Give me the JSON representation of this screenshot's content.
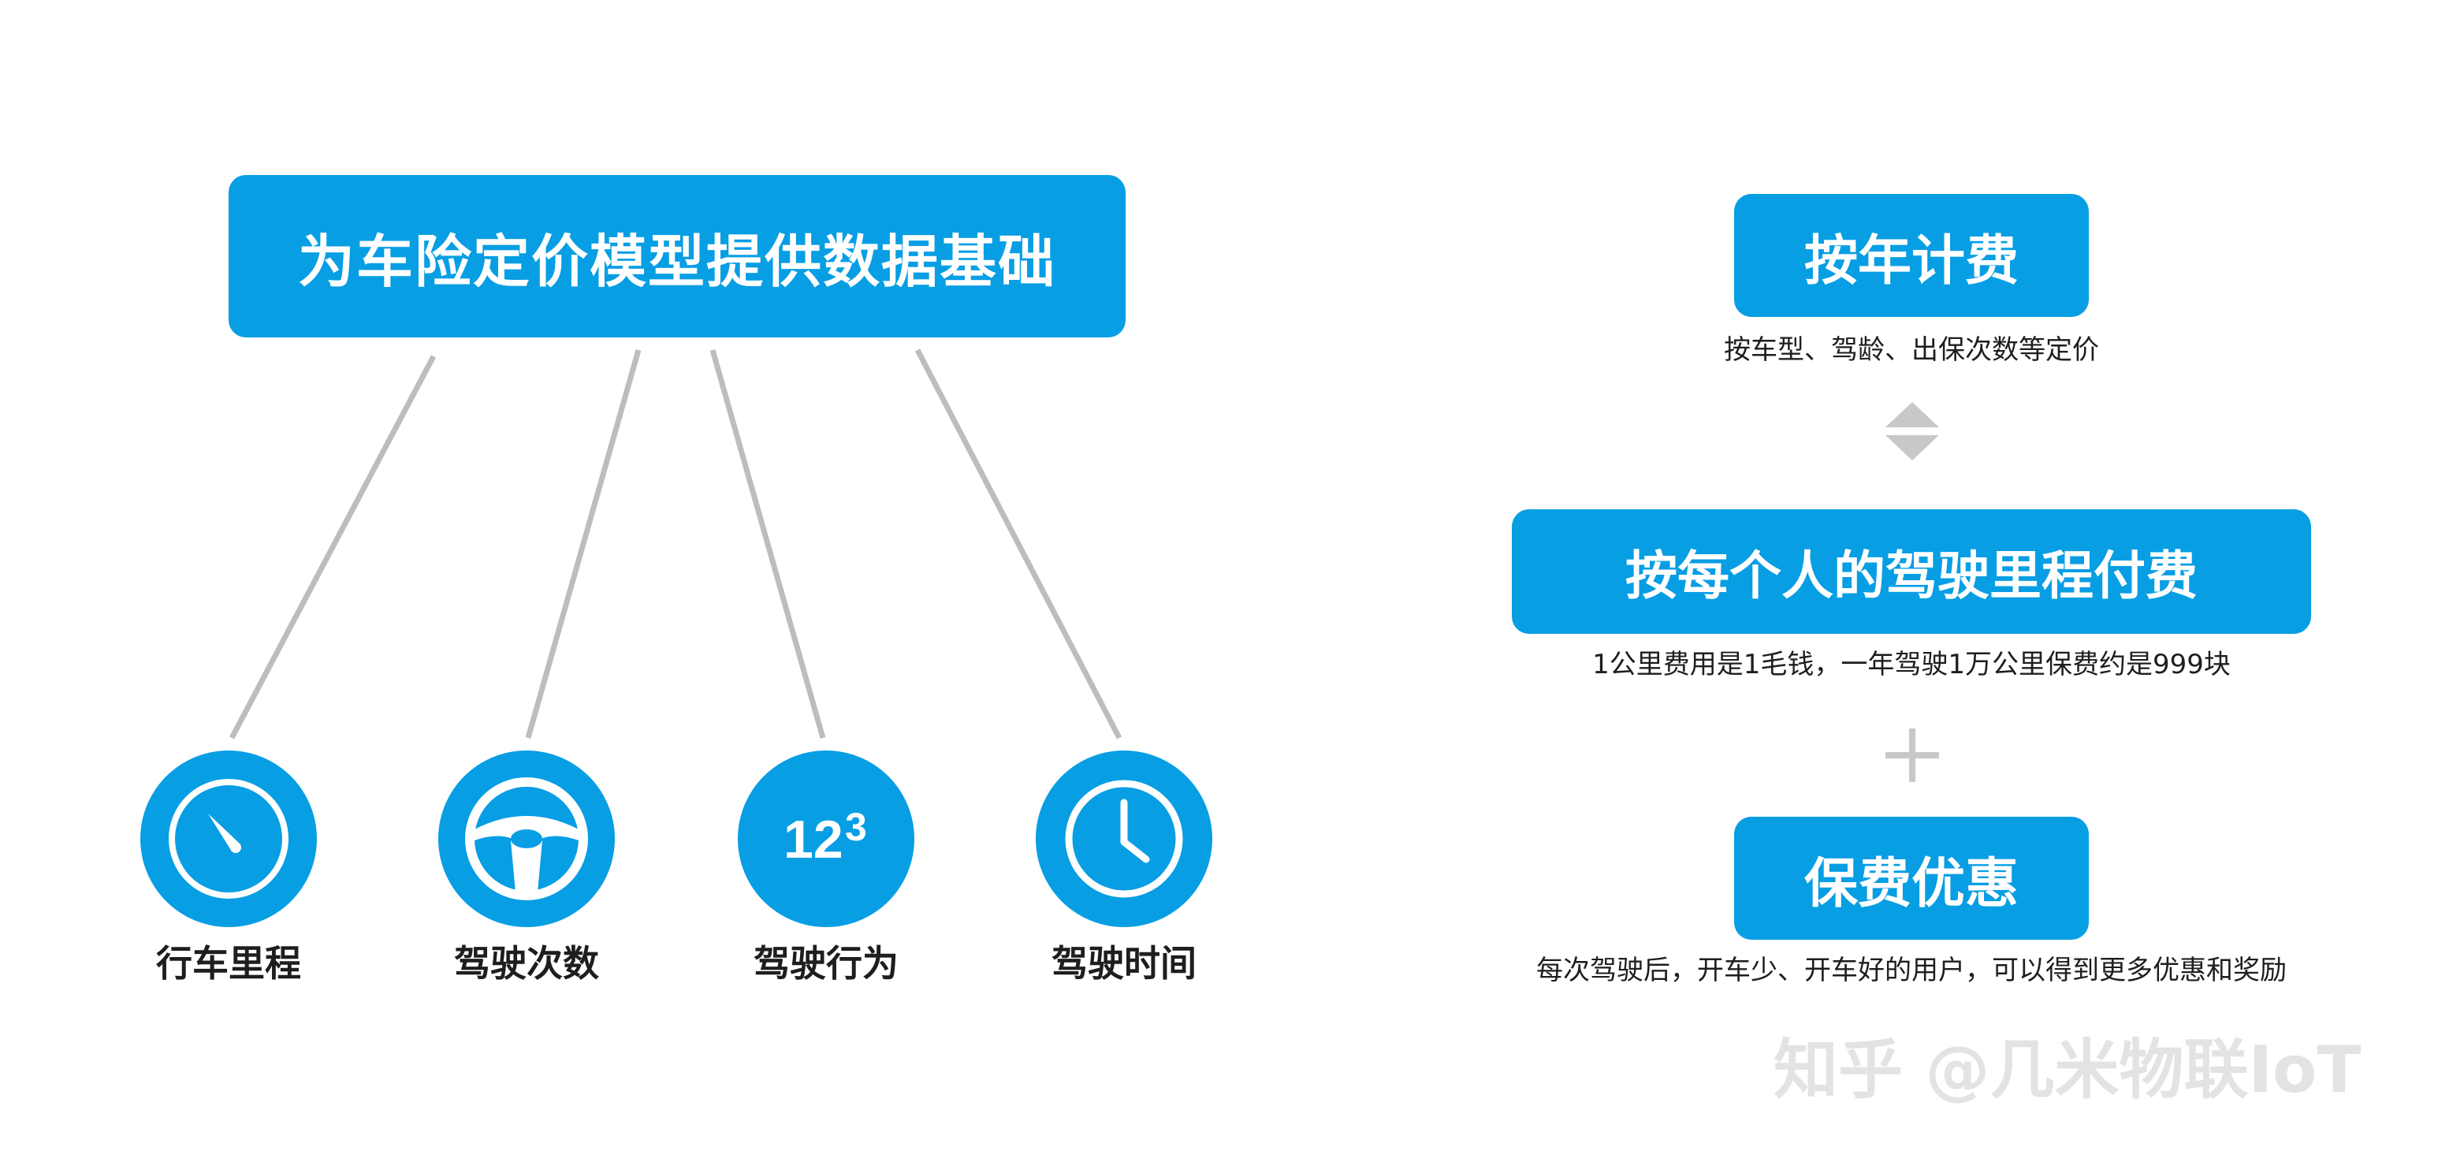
{
  "left": {
    "top_box": "为车险定价模型提供数据基础",
    "items": [
      {
        "label": "行车里程",
        "icon": "speedometer-icon"
      },
      {
        "label": "驾驶次数",
        "icon": "steering-wheel-icon"
      },
      {
        "label": "驾驶行为",
        "icon": "numbers-123-icon",
        "icon_text_a": "12",
        "icon_text_b": "3"
      },
      {
        "label": "驾驶时间",
        "icon": "clock-icon"
      }
    ]
  },
  "right": {
    "box1": "按年计费",
    "text1": "按车型、驾龄、出保次数等定价",
    "box2": "按每个人的驾驶里程付费",
    "text2": "1公里费用是1毛钱，一年驾驶1万公里保费约是999块",
    "box3": "保费优惠",
    "text3": "每次驾驶后，开车少、开车好的用户，可以得到更多优惠和奖励"
  },
  "watermark": "知乎 @几米物联IoT",
  "colors": {
    "accent": "#079ee4",
    "line": "#bdbdbd",
    "text": "#1e1e1e",
    "symbol": "#c8c8c8"
  }
}
